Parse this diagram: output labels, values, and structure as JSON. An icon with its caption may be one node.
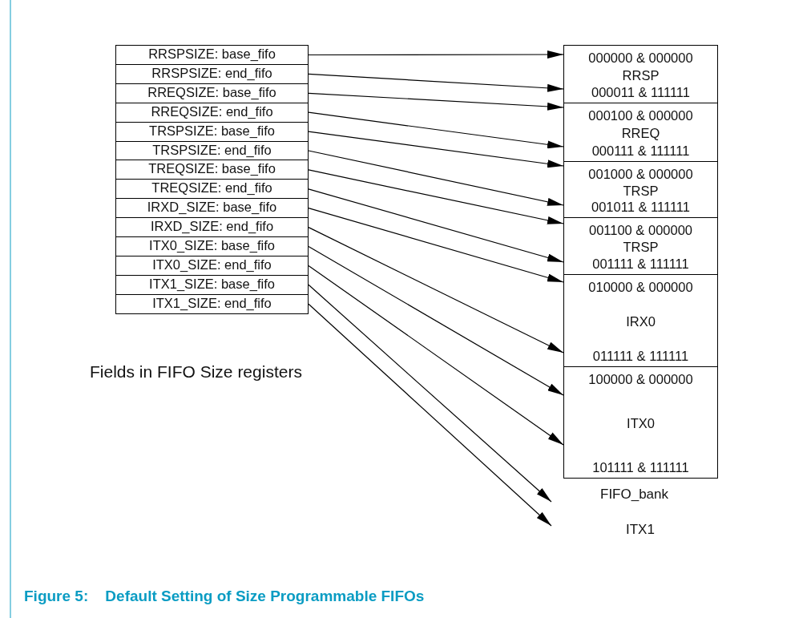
{
  "diagram": {
    "caption": "Figure 5:    Default Setting of Size Programmable FIFOs",
    "nodes": [
      {
        "text": [
          "RRSPSIZE: base_fifo"
        ]
      },
      {
        "text": [
          "RRSPSIZE: end_fifo"
        ]
      },
      {
        "text": [
          "RREQSIZE: base_fifo"
        ]
      },
      {
        "text": [
          "RREQSIZE: end_fifo"
        ]
      },
      {
        "text": [
          "TRSPSIZE: base_fifo"
        ]
      },
      {
        "text": [
          "TRSPSIZE: end_fifo"
        ]
      },
      {
        "text": [
          "TREQSIZE: base_fifo"
        ]
      },
      {
        "text": [
          "TREQSIZE: end_fifo"
        ]
      },
      {
        "text": [
          "IRXD_SIZE: base_fifo"
        ]
      },
      {
        "text": [
          "IRXD_SIZE: end_fifo"
        ]
      },
      {
        "text": [
          "ITX0_SIZE: base_fifo"
        ]
      },
      {
        "text": [
          "ITX0_SIZE: end_fifo"
        ]
      },
      {
        "text": [
          "ITX1_SIZE: base_fifo"
        ]
      },
      {
        "text": [
          "ITX1_SIZE: end_fifo"
        ]
      },
      {
        "text": [
          "000000 & 000000",
          "RRSP",
          "000011 & 111111"
        ]
      },
      {
        "text": [
          "000100 & 000000",
          "RREQ",
          "000111 & 111111"
        ]
      },
      {
        "text": [
          "001000 & 000000",
          "TRSP",
          "001011 & 111111"
        ]
      },
      {
        "text": [
          "001100 & 000000",
          "TRSP",
          "001111 & 111111"
        ]
      },
      {
        "text": [
          "010000 & 000000",
          "IRX0",
          "011111 & 111111"
        ]
      },
      {
        "text": [
          "100000 & 000000",
          "ITX0",
          "101111 & 111111"
        ]
      }
    ],
    "edges": [
      {
        "from": 0,
        "to": 14,
        "arrow": "to"
      },
      {
        "from": 1,
        "to": 14,
        "arrow": "to"
      },
      {
        "from": 2,
        "to": 15,
        "arrow": "to"
      },
      {
        "from": 3,
        "to": 15,
        "arrow": "to"
      },
      {
        "from": 4,
        "to": 16,
        "arrow": "to"
      },
      {
        "from": 5,
        "to": 16,
        "arrow": "to"
      },
      {
        "from": 6,
        "to": 17,
        "arrow": "to"
      },
      {
        "from": 7,
        "to": 17,
        "arrow": "to"
      },
      {
        "from": 8,
        "to": 18,
        "arrow": "to"
      },
      {
        "from": 9,
        "to": 18,
        "arrow": "to"
      },
      {
        "from": 10,
        "to": 19,
        "arrow": "to"
      },
      {
        "from": 11,
        "to": 19,
        "arrow": "to"
      },
      {
        "from": 12,
        "to": null,
        "arrow": "to"
      },
      {
        "from": 13,
        "to": null,
        "arrow": "to"
      }
    ],
    "labels": [
      "Fields in FIFO Size registers",
      "FIFO_bank",
      "ITX1"
    ]
  }
}
